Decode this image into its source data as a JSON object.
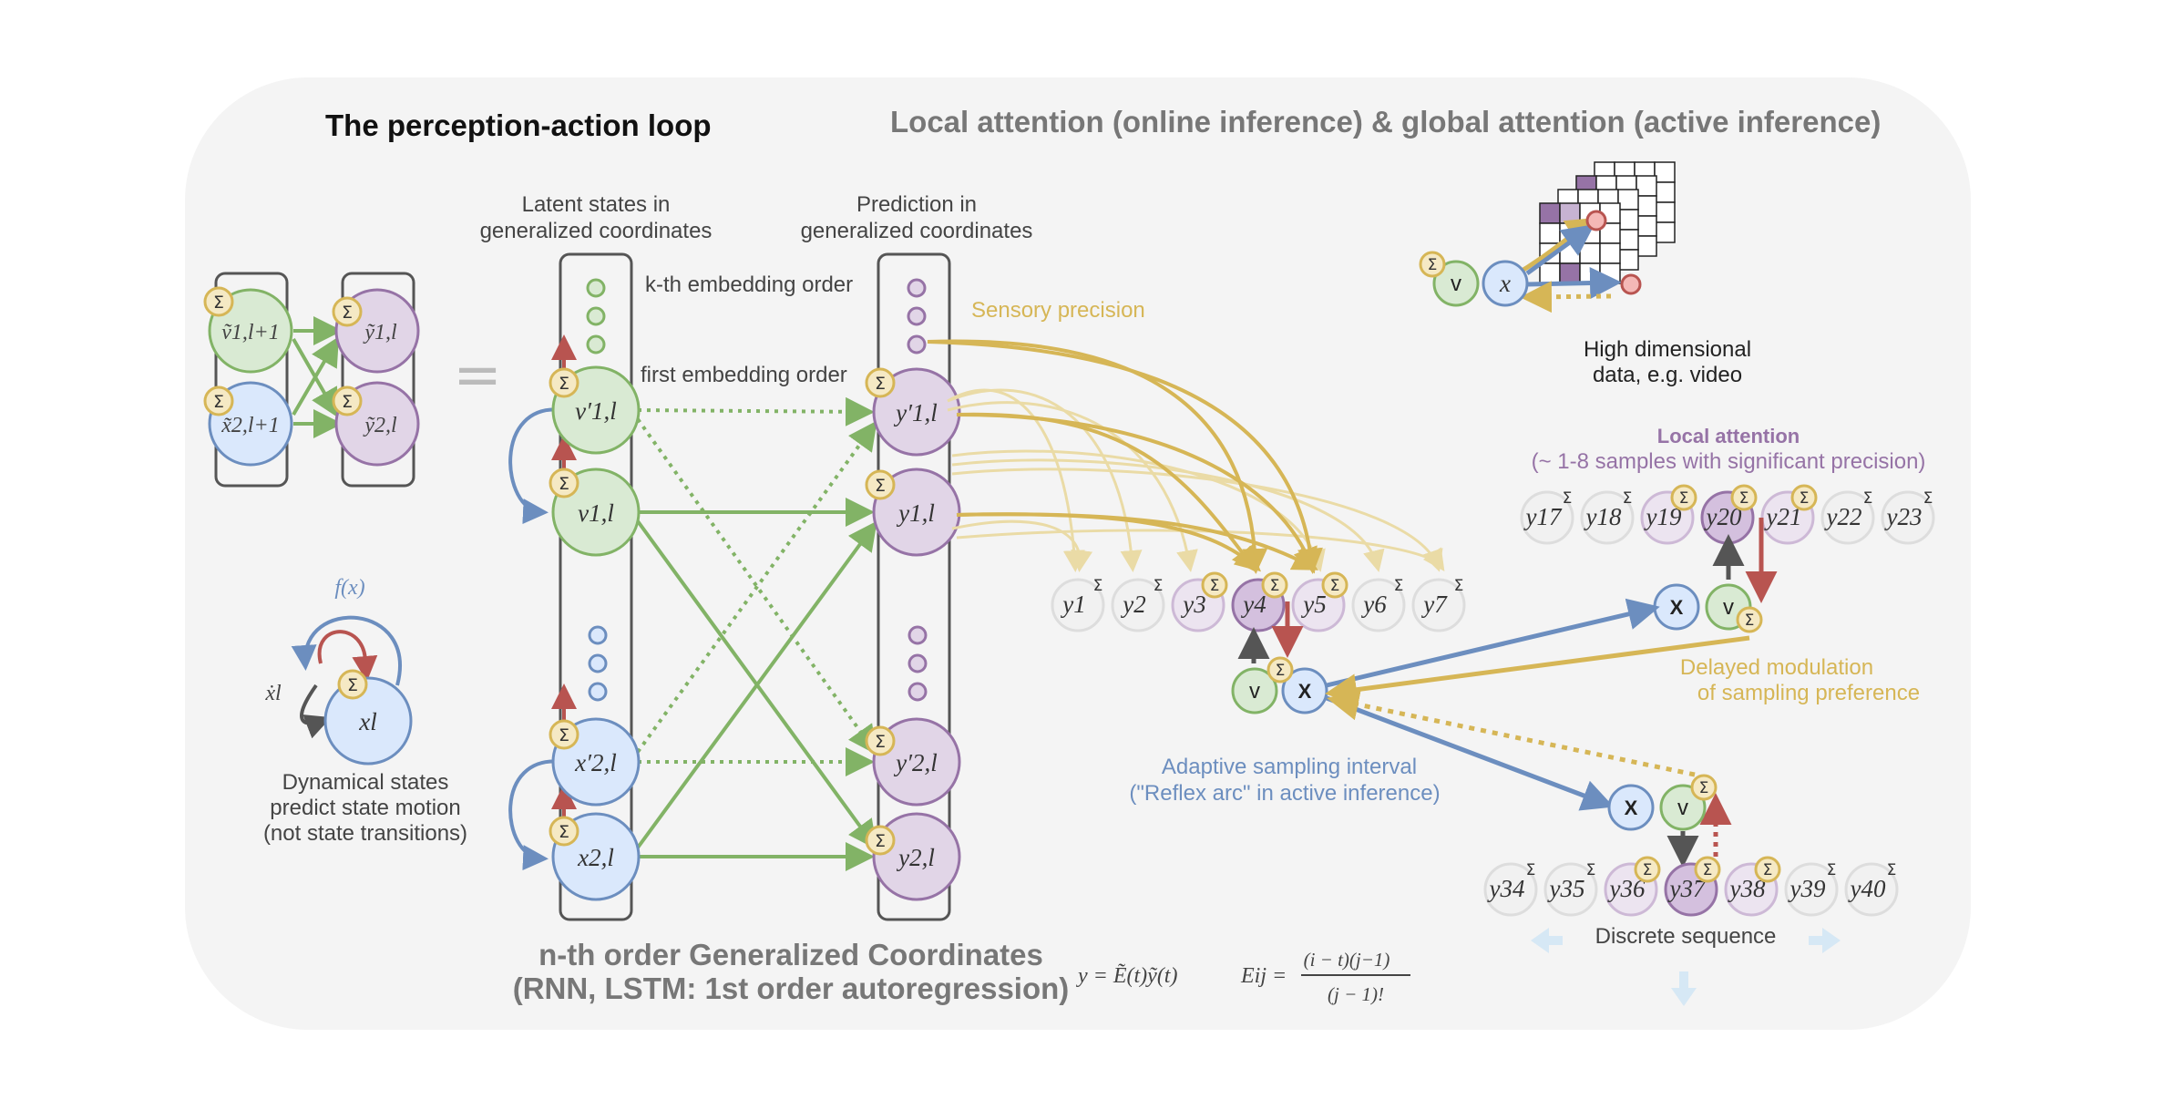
{
  "titles": {
    "loop": "The perception-action loop",
    "attention": "Local attention (online inference) & global attention (active inference)",
    "gc_line1": "n-th order Generalized Coordinates",
    "gc_line2": "(RNN, LSTM: 1st order autoregression)"
  },
  "labels": {
    "latent_line1": "Latent states in",
    "latent_line2": "generalized coordinates",
    "pred_line1": "Prediction in",
    "pred_line2": "generalized coordinates",
    "kth_order": "k-th embedding order",
    "first_order": "first embedding order",
    "sensory_precision": "Sensory precision",
    "high_dim_line1": "High dimensional",
    "high_dim_line2": "data, e.g. video",
    "local_att_line1": "Local attention",
    "local_att_line2": "(~ 1-8 samples with significant precision)",
    "delayed_line1": "Delayed modulation",
    "delayed_line2": "of sampling preference",
    "adaptive_line1": "Adaptive sampling interval",
    "adaptive_line2": "(\"Reflex arc\" in active inference)",
    "discrete_seq": "Discrete sequence",
    "dyn_line1": "Dynamical states",
    "dyn_line2": "predict state motion",
    "dyn_line3": "(not state transitions)",
    "fx": "f(x)",
    "xdot": "ẋl",
    "equals": "=",
    "sigma": "Σ",
    "v": "v",
    "X": "X",
    "x": "x"
  },
  "equations": {
    "eq1": "y = Ẽ(t)ỹ(t)",
    "eq2_lhs": "Eij =",
    "eq2_num": "(i − t)(j−1)",
    "eq2_den": "(j − 1)!"
  },
  "nodes": {
    "v_tilde": "ṽ1,l+1",
    "x_tilde": "x̃2,l+1",
    "y1_tilde": "ỹ1,l",
    "y2_tilde": "ỹ2,l",
    "vprime": "v′1,l",
    "v1": "v1,l",
    "xprime": "x′2,l",
    "x2": "x2,l",
    "yprime1": "y′1,l",
    "y1l": "y1,l",
    "yprime2": "y′2,l",
    "y2l": "y2,l",
    "xl": "xl"
  },
  "seq_top": [
    "y17",
    "y18",
    "y19",
    "y20",
    "y21",
    "y22",
    "y23"
  ],
  "seq_mid": [
    "y1",
    "y2",
    "y3",
    "y4",
    "y5",
    "y6",
    "y7"
  ],
  "seq_bot": [
    "y34",
    "y35",
    "y36",
    "y37",
    "y38",
    "y39",
    "y40"
  ],
  "colors": {
    "green_fill": "#d9ead3",
    "green_stroke": "#82b366",
    "blue_fill": "#dae8fc",
    "blue_stroke": "#6c8ebf",
    "purple_fill": "#e1d5e7",
    "purple_stroke": "#9673a6",
    "gold": "#d6b656",
    "red": "#b85450",
    "panel": "#f4f4f4"
  }
}
